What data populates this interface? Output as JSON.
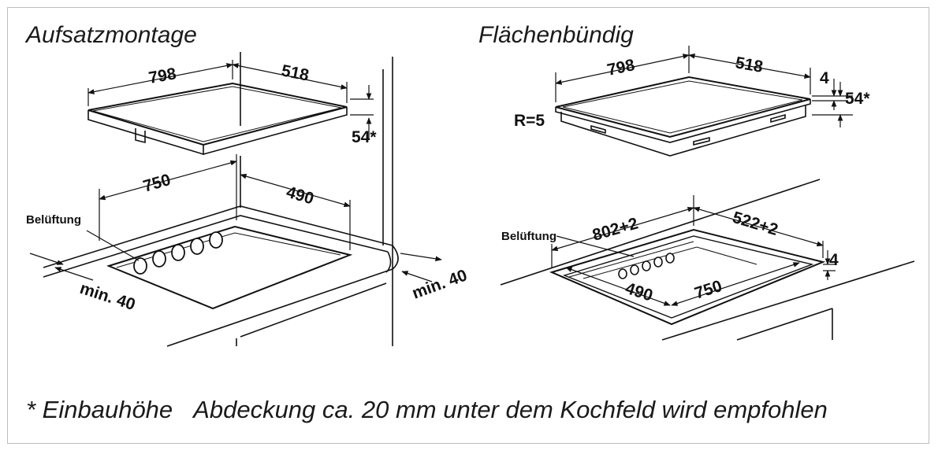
{
  "titles": {
    "left": "Aufsatzmontage",
    "right": "Flächenbündig"
  },
  "left": {
    "dim_width": "798",
    "dim_depth": "518",
    "dim_height": "54*",
    "cutout_width": "750",
    "cutout_depth": "490",
    "ventilation": "Belüftung",
    "min_front": "min. 40",
    "min_back": "min. 40"
  },
  "right": {
    "dim_width": "798",
    "dim_depth": "518",
    "dim_frame": "4",
    "dim_height": "54*",
    "radius": "R=5",
    "rebate_width": "802+2",
    "rebate_depth": "522+2",
    "ventilation": "Belüftung",
    "rebate_height": "4",
    "cutout_depth": "490",
    "cutout_width": "750"
  },
  "footnote": {
    "marker": "* Einbauhöhe",
    "text": "Abdeckung ca. 20 mm unter dem Kochfeld wird empfohlen"
  },
  "colors": {
    "line": "#111111",
    "frame": "#bdbdbd",
    "background": "#ffffff"
  }
}
